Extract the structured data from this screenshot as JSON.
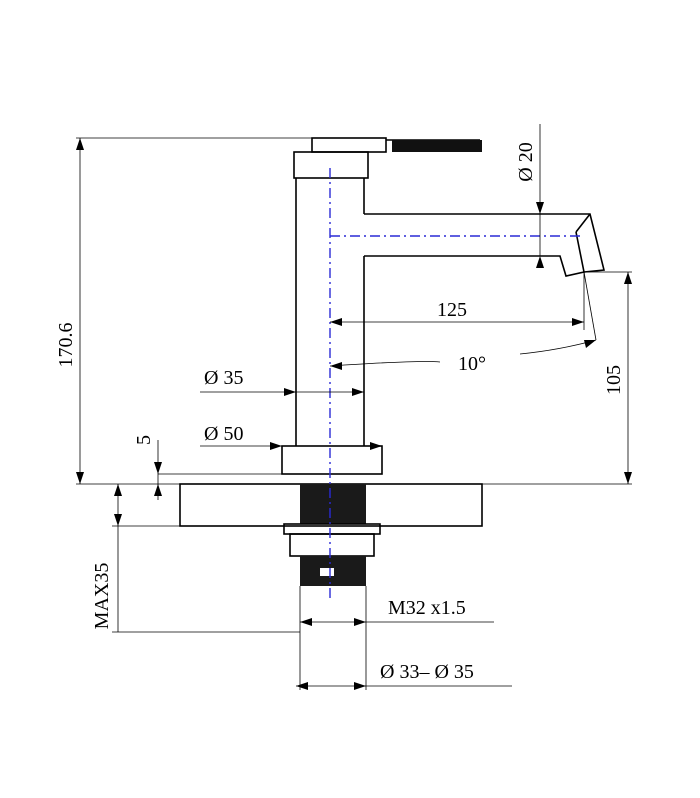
{
  "dimensions": {
    "height_total": "170.6",
    "handle_dia": "Ø 20",
    "reach": "125",
    "angle": "10°",
    "spout_height": "105",
    "body_dia": "Ø 35",
    "base_dia": "Ø 50",
    "base_thick": "5",
    "max_deck": "MAX35",
    "thread": "M32 x1.5",
    "hole_dia": "Ø 33– Ø 35"
  },
  "colors": {
    "line": "#000000",
    "centerline": "#2a2ad6",
    "background": "#ffffff"
  }
}
